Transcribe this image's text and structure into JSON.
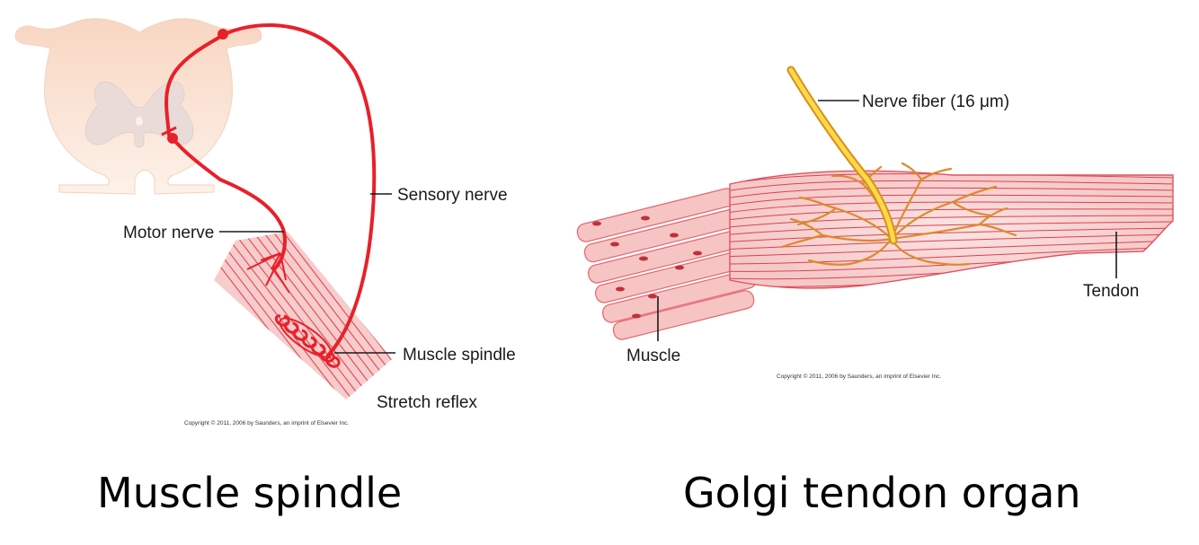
{
  "left_figure": {
    "labels": {
      "sensory_nerve": "Sensory nerve",
      "motor_nerve": "Motor nerve",
      "muscle_spindle": "Muscle spindle",
      "stretch_reflex": "Stretch reflex"
    },
    "copyright": "Copyright © 2011, 2006 by Saunders, an imprint of Elsevier Inc.",
    "caption": "Muscle spindle"
  },
  "right_figure": {
    "labels": {
      "nerve_fiber": "Nerve fiber (16 μm)",
      "tendon": "Tendon",
      "muscle": "Muscle"
    },
    "copyright": "Copyright © 2011, 2006 by Saunders, an imprint of Elsevier Inc.",
    "caption": "Golgi tendon organ"
  },
  "colors": {
    "nerve_red": "#e8202a",
    "muscle_pink": "#f7c4c4",
    "spinal_cord": "#fbe6d8",
    "golgi_branch": "#dd8a2c",
    "nerve_fiber_yellow": "#f6c52a"
  }
}
